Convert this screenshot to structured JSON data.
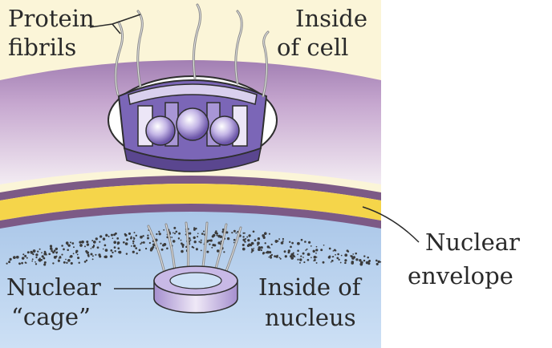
{
  "labels": {
    "protein_fibrils_1": "Protein",
    "protein_fibrils_2": "fibrils",
    "inside_cell_1": "Inside",
    "inside_cell_2": "of cell",
    "nuclear_envelope_1": "Nuclear",
    "nuclear_envelope_2": "envelope",
    "nuclear_cage_1": "Nuclear",
    "nuclear_cage_2": "“cage”",
    "inside_nucleus_1": "Inside of",
    "inside_nucleus_2": "nucleus"
  },
  "colors": {
    "cytoplasm": "#fbf5d8",
    "membrane": "#c7a6cc",
    "nucleoplasm": "#b9d3ee",
    "envelope_outer": "#7c5a86",
    "envelope_core": "#f5d54a",
    "pore_purple": "#8a74c0",
    "chromatin": "#3b3b3b"
  }
}
